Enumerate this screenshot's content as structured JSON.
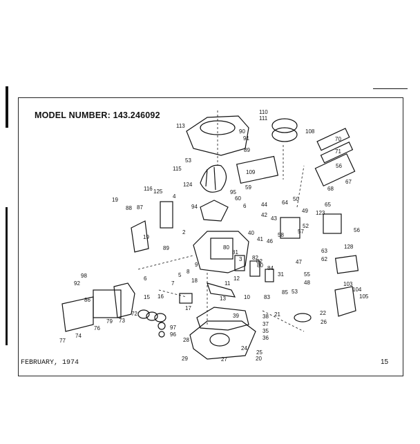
{
  "title": "MODEL NUMBER:  143.246092",
  "footer": {
    "date": "FEBRUARY, 1974",
    "page": "15"
  },
  "part_numbers": [
    "110",
    "111",
    "108",
    "113",
    "90",
    "91",
    "53",
    "89",
    "70",
    "71",
    "56",
    "67",
    "68",
    "109",
    "115",
    "124",
    "116",
    "125",
    "95",
    "59",
    "60",
    "6",
    "44",
    "4",
    "94",
    "50",
    "64",
    "49",
    "65",
    "123",
    "56",
    "19",
    "88",
    "87",
    "2",
    "42",
    "43",
    "58",
    "57",
    "52",
    "19",
    "89",
    "40",
    "41",
    "46",
    "63",
    "62",
    "128",
    "3",
    "80",
    "81",
    "82",
    "80",
    "84",
    "47",
    "55",
    "48",
    "9",
    "8",
    "31",
    "82",
    "83",
    "85",
    "53",
    "103",
    "104",
    "105",
    "6",
    "7",
    "5",
    "18",
    "11",
    "12",
    "13",
    "10",
    "98",
    "92",
    "16",
    "17",
    "15",
    "72",
    "86",
    "73",
    "79",
    "76",
    "74",
    "77",
    "39",
    "38",
    "37",
    "35",
    "36",
    "21",
    "22",
    "26",
    "97",
    "96",
    "28",
    "24",
    "25",
    "29",
    "27",
    "20"
  ]
}
